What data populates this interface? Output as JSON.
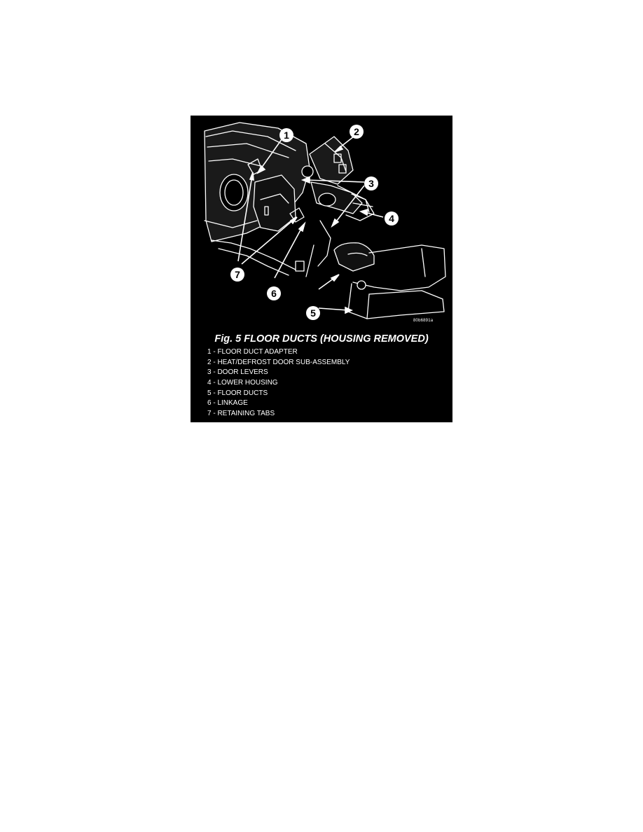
{
  "figure": {
    "image_code": "80b6891a",
    "title": "Fig. 5 FLOOR DUCTS (HOUSING REMOVED)",
    "callouts": [
      "1",
      "2",
      "3",
      "4",
      "5",
      "6",
      "7"
    ],
    "legend": [
      "1 - FLOOR DUCT ADAPTER",
      "2 - HEAT/DEFROST DOOR SUB-ASSEMBLY",
      "3 - DOOR LEVERS",
      "4 - LOWER HOUSING",
      "5 - FLOOR DUCTS",
      "6 - LINKAGE",
      "7 - RETAINING TABS"
    ]
  },
  "colors": {
    "panel": "#000000",
    "ink": "#ffffff"
  }
}
